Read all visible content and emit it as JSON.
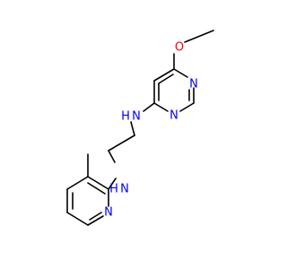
{
  "molecule": {
    "atoms": {
      "methoxy_o": "O",
      "pyrimidine_n3": "N",
      "pyrimidine_n1": "N",
      "nh_upper": "H",
      "nh_upper_n": "N",
      "nh_lower": "H",
      "nh_lower_n": "N",
      "pyridine_n": "N"
    },
    "colors": {
      "bond": "#000000",
      "oxygen": "#ff0000",
      "nitrogen": "#0000ff"
    }
  }
}
